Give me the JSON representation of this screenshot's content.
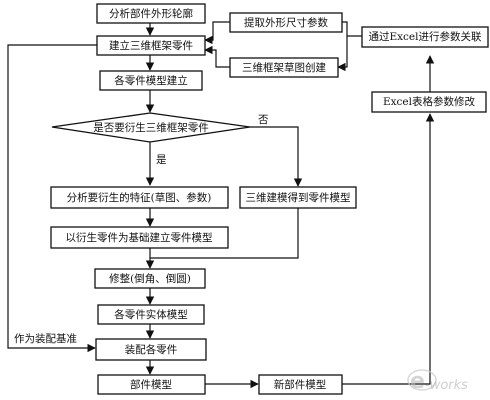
{
  "nodes": {
    "analyze_outline": "分析部件外形轮廓",
    "build_skeleton": "建立三维框架零件",
    "part_models": "各零件模型建立",
    "decision": "是否要衍生三维框架零件",
    "analyze_features": "分析要衍生的特征(草图、参数)",
    "build_from_derived": "以衍生零件为基础建立零件模型",
    "map_to_model": "三维建模得到零件模型",
    "modify": "修整(倒角、倒圆)",
    "solid_models": "各零件实体模型",
    "assemble": "装配各零件",
    "component_model": "部件模型",
    "new_component_model": "新部件模型",
    "extract_params": "提取外形尺寸参数",
    "sketch_create": "三维框架草图创建",
    "excel_link": "通过Excel进行参数关联",
    "excel_modify": "Excel表格参数修改"
  },
  "labels": {
    "yes": "是",
    "no": "否",
    "assembly_base": "作为装配基准"
  },
  "watermark": {
    "brand": "e-works"
  }
}
